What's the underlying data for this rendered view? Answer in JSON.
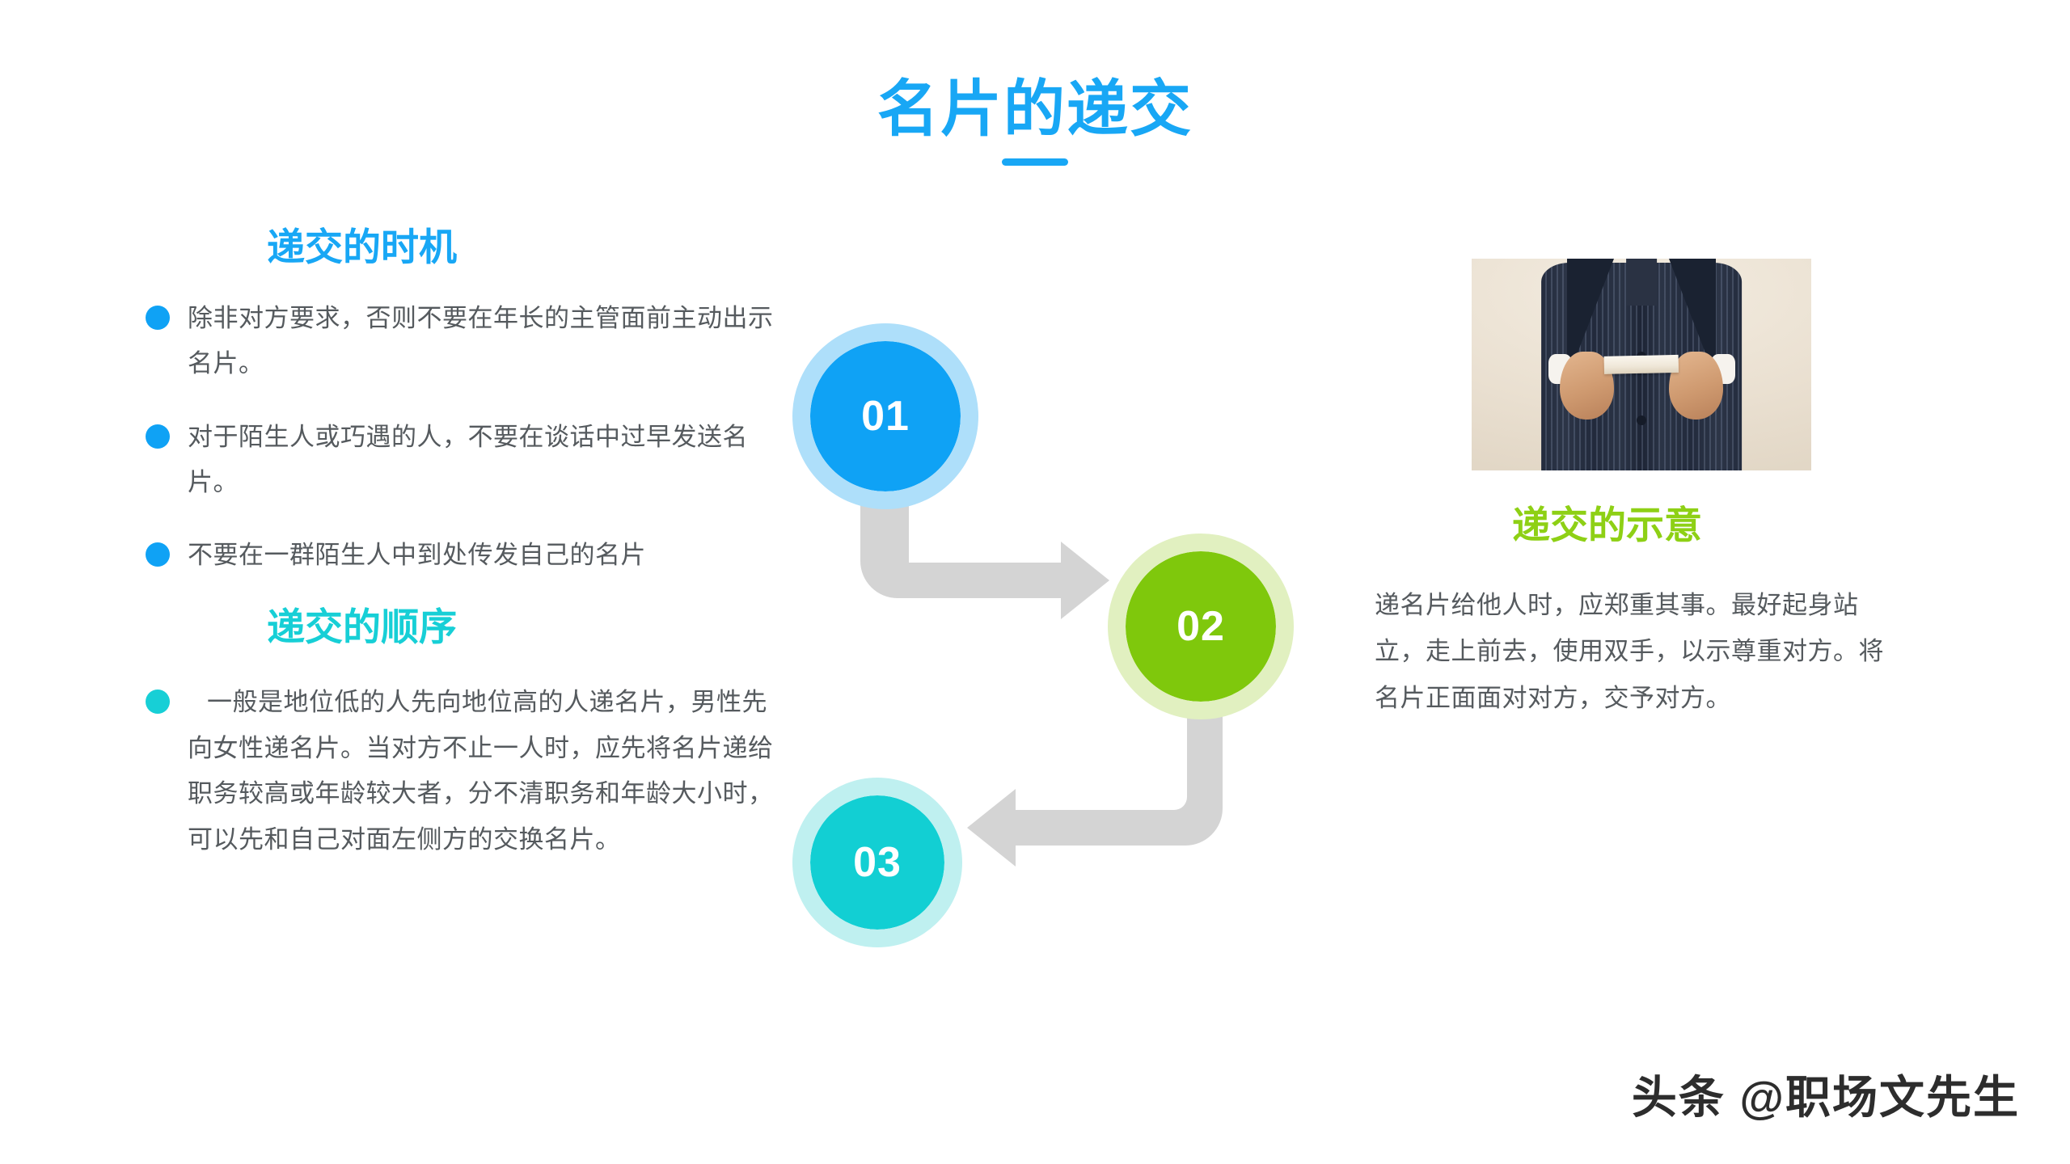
{
  "slide": {
    "title": "名片的递交",
    "accent_blue": "#18A7F5",
    "accent_cyan": "#17CFD6",
    "accent_green": "#8ED015",
    "body_text_color": "#555a5e",
    "background": "#ffffff"
  },
  "left": {
    "section1": {
      "heading": "递交的时机",
      "heading_color": "#18A7F5",
      "bullet_color": "#0FA2F5",
      "bullets": [
        "除非对方要求，否则不要在年长的主管面前主动出示名片。",
        "对于陌生人或巧遇的人，不要在谈话中过早发送名片。",
        "不要在一群陌生人中到处传发自己的名片"
      ]
    },
    "section2": {
      "heading": "递交的顺序",
      "heading_color": "#17CFD6",
      "bullet_color": "#17CFD6",
      "bullets": [
        "一般是地位低的人先向地位高的人递名片，男性先向女性递名片。当对方不止一人时，应先将名片递给职务较高或年龄较大者，分不清职务和年龄大小时，可以先和自己对面左侧方的交换名片。"
      ]
    }
  },
  "flow": {
    "steps": [
      {
        "number": "01",
        "fill": "#0FA2F5",
        "ring": "#AEDFFA"
      },
      {
        "number": "02",
        "fill": "#7FC80C",
        "ring": "#E1F0C0"
      },
      {
        "number": "03",
        "fill": "#12CFD3",
        "ring": "#BFF0F0"
      }
    ],
    "connector_color": "#D4D4D4"
  },
  "right": {
    "image_alt": "man-in-suit-handing-business-card-photo",
    "heading": "递交的示意",
    "heading_color": "#8ED015",
    "paragraph": "递名片给他人时，应郑重其事。最好起身站立，走上前去，使用双手，以示尊重对方。将名片正面面对对方，交予对方。"
  },
  "watermark": {
    "text": "头条 @职场文先生"
  }
}
